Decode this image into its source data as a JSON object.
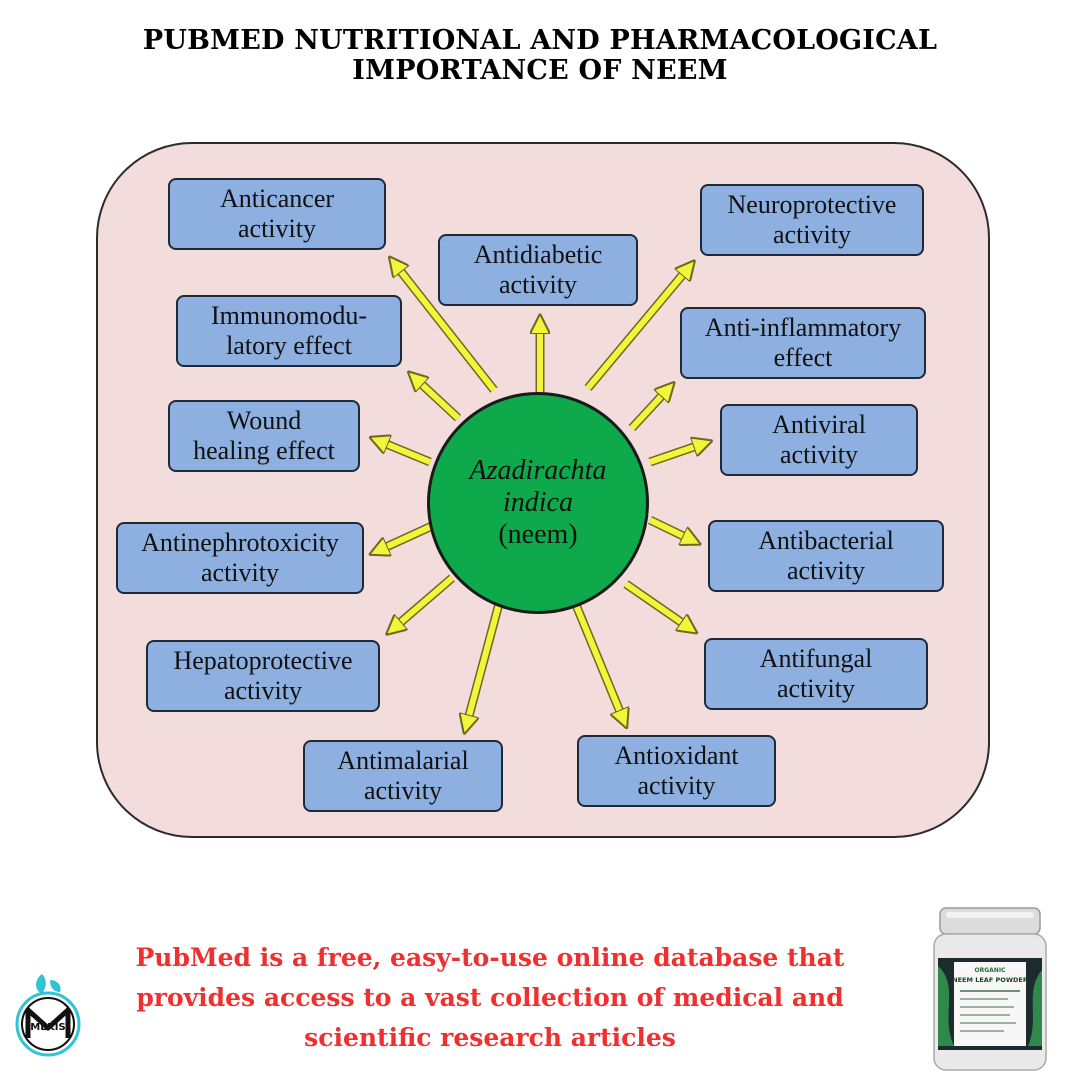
{
  "title": {
    "line1": "PUBMED NUTRITIONAL AND PHARMACOLOGICAL",
    "line2": "IMPORTANCE OF NEEM"
  },
  "center": {
    "line1": "Azadirachta",
    "line2": "indica",
    "line3": "(neem)"
  },
  "nodes": {
    "anticancer": [
      "Anticancer",
      "activity"
    ],
    "antidiabetic": [
      "Antidiabetic",
      "activity"
    ],
    "neuroprotective": [
      "Neuroprotective",
      "activity"
    ],
    "immunomodulatory": [
      "Immunomodu-",
      "latory effect"
    ],
    "anti_inflammatory": [
      "Anti-inflammatory",
      "effect"
    ],
    "wound_healing": [
      "Wound",
      "healing effect"
    ],
    "antiviral": [
      "Antiviral",
      "activity"
    ],
    "antinephrotoxicity": [
      "Antinephrotoxicity",
      "activity"
    ],
    "antibacterial": [
      "Antibacterial",
      "activity"
    ],
    "hepatoprotective": [
      "Hepatoprotective",
      "activity"
    ],
    "antifungal": [
      "Antifungal",
      "activity"
    ],
    "antimalarial": [
      "Antimalarial",
      "activity"
    ],
    "antioxidant": [
      "Antioxidant",
      "activity"
    ]
  },
  "caption": {
    "line1": "PubMed is a free, easy-to-use online database that",
    "line2": "provides access to a vast collection of medical and",
    "line3": "scientific research articles"
  },
  "logo": {
    "icon": "mekis-logo-icon",
    "text": "MEKIS"
  },
  "product": {
    "icon": "neem-powder-jar-icon",
    "brand": "ORGANIC",
    "name": "NEEM LEAF POWDER"
  },
  "colors": {
    "panel_bg": "#f3dcdc",
    "box_fill": "#8db0e1",
    "center_fill": "#0ea94b",
    "arrow_fill": "#f4f53a",
    "caption": "#ee3030"
  }
}
